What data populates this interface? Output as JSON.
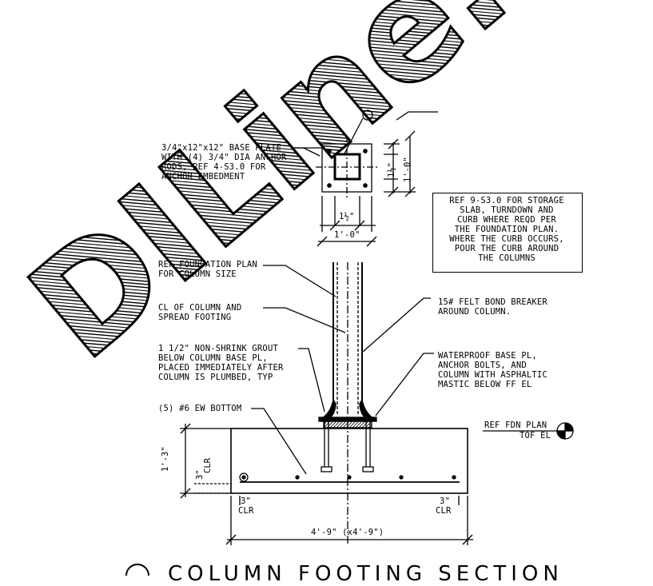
{
  "watermark": "DILine.co",
  "notes": {
    "base_plate_1": "3/4\"x12\"x12\" BASE PLATE",
    "base_plate_2": "WITH (4) 3/4\" DIA ANCHOR",
    "base_plate_3": "RODS, REF 4-S3.0 FOR",
    "base_plate_4": "ANCHOR EMBEDMENT",
    "ref_box_1": "REF 9-S3.0 FOR STORAGE",
    "ref_box_2": "SLAB, TURNDOWN AND",
    "ref_box_3": "CURB WHERE REQD PER",
    "ref_box_4": "THE FOUNDATION PLAN.",
    "ref_box_5": "WHERE THE CURB OCCURS,",
    "ref_box_6": "POUR THE CURB AROUND",
    "ref_box_7": "THE COLUMNS",
    "fdn_plan_1": "REF FOUNDATION PLAN",
    "fdn_plan_2": "FOR COLUMN SIZE",
    "cl_col_1": "CL OF COLUMN AND",
    "cl_col_2": "SPREAD FOOTING",
    "felt_1": "15# FELT BOND BREAKER",
    "felt_2": "AROUND COLUMN.",
    "grout_1": "1 1/2\" NON-SHRINK GROUT",
    "grout_2": "BELOW COLUMN BASE PL,",
    "grout_3": "PLACED IMMEDIATELY AFTER",
    "grout_4": "COLUMN IS PLUMBED, TYP",
    "wp_1": "WATERPROOF BASE PL,",
    "wp_2": "ANCHOR BOLTS, AND",
    "wp_3": "COLUMN WITH ASPHALTIC",
    "wp_4": "MASTIC BELOW FF EL",
    "rebar": "(5) #6 EW BOTTOM",
    "ref_fdn": "REF FDN PLAN",
    "tof_el": "TOF EL"
  },
  "dims": {
    "plate_half": "1½\"",
    "plate_width": "1'-0\"",
    "plate_half_v": "1½\"",
    "plate_height_v": "1'-0\"",
    "footing_depth": "1'-3\"",
    "clr_top_3": "3\"",
    "clr_top_clr": "CLR",
    "clr_left_3": "3\"",
    "clr_left_clr": "CLR",
    "clr_right_3": "3\"",
    "clr_right_clr": "CLR",
    "footing_width": "4'-9\" (x4'-9\")"
  },
  "title": "COLUMN FOOTING SECTION"
}
